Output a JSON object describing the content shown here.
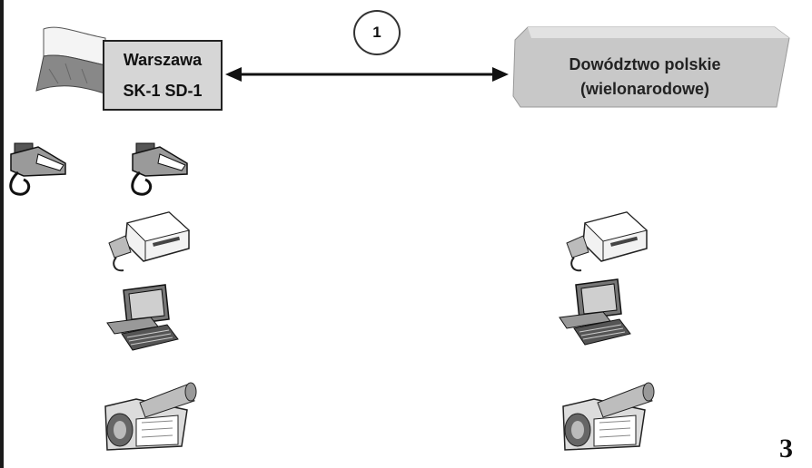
{
  "left_node": {
    "line1": "Warszawa",
    "line2": "SK-1 SD-1"
  },
  "right_node": {
    "line1": "Dowództwo polskie",
    "line2": "(wielonarodowe)"
  },
  "link": {
    "number": "1"
  },
  "page": {
    "number": "3"
  },
  "colors": {
    "box_fill": "#d6d6d6",
    "ink": "#222222",
    "gray": "#9a9a9a"
  },
  "icons": {
    "left": [
      "flag-icon",
      "telephone-icon",
      "telephone-icon",
      "fax-machine-icon",
      "computer-terminal-icon",
      "video-camera-icon"
    ],
    "right": [
      "fax-machine-icon",
      "computer-terminal-icon",
      "video-camera-icon"
    ]
  }
}
